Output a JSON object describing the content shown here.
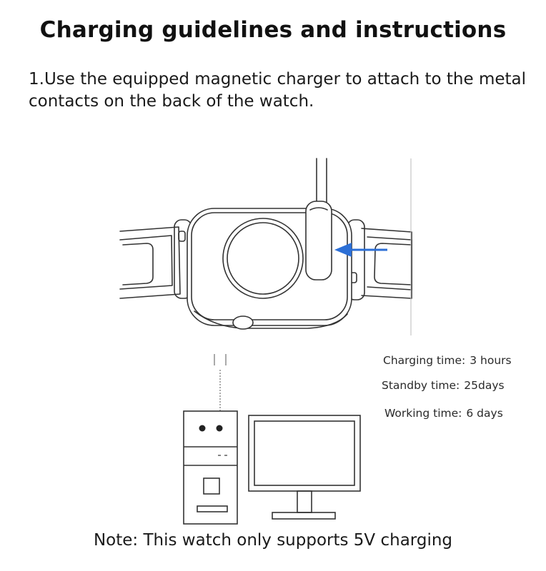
{
  "title": "Charging guidelines and instructions",
  "instruction": "1.Use the equipped magnetic charger to attach to the metal contacts on the back of the watch.",
  "specs": [
    {
      "label": "Charging time:",
      "value": "3 hours"
    },
    {
      "label": "Standby time:",
      "value": "25days"
    },
    {
      "label": "Working time:",
      "value": "6 days"
    }
  ],
  "note": "Note: This watch only supports 5V charging",
  "icons": [
    "watch-back-illustration",
    "magnetic-charger-illustration",
    "arrow-icon",
    "power-adapter-illustration",
    "computer-monitor-illustration"
  ]
}
